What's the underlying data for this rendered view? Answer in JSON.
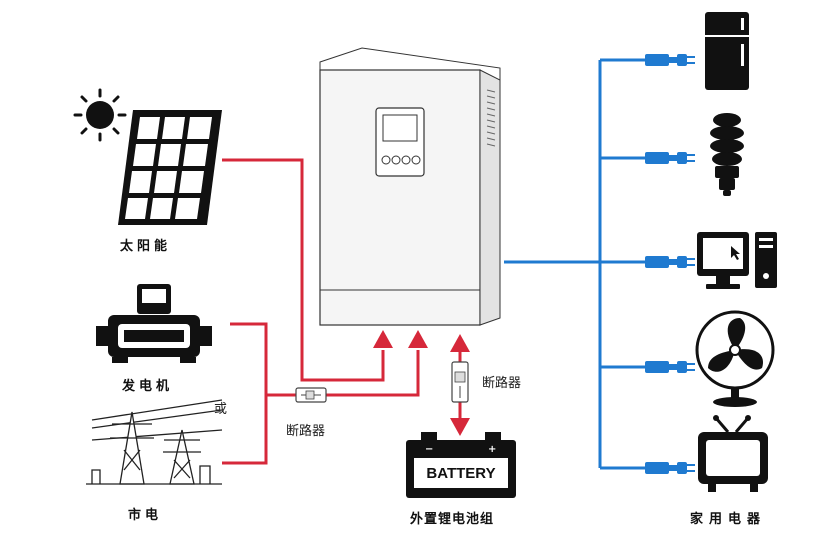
{
  "labels": {
    "solar": "太阳能",
    "generator": "发电机",
    "or": "或",
    "grid": "市电",
    "breaker_left": "断路器",
    "breaker_right": "断路器",
    "battery_caption": "外置锂电池组",
    "appliances": "家用电器",
    "battery_text": "BATTERY"
  },
  "colors": {
    "ac_input_line": "#d6283a",
    "ac_output_line": "#1f7ad0",
    "device": "#111111"
  },
  "icons": [
    "sun-icon",
    "solar-panel-icon",
    "generator-icon",
    "power-tower-icon",
    "inverter-icon",
    "battery-icon",
    "plug-icon",
    "fridge-icon",
    "bulb-icon",
    "computer-icon",
    "fan-icon",
    "tv-icon"
  ]
}
